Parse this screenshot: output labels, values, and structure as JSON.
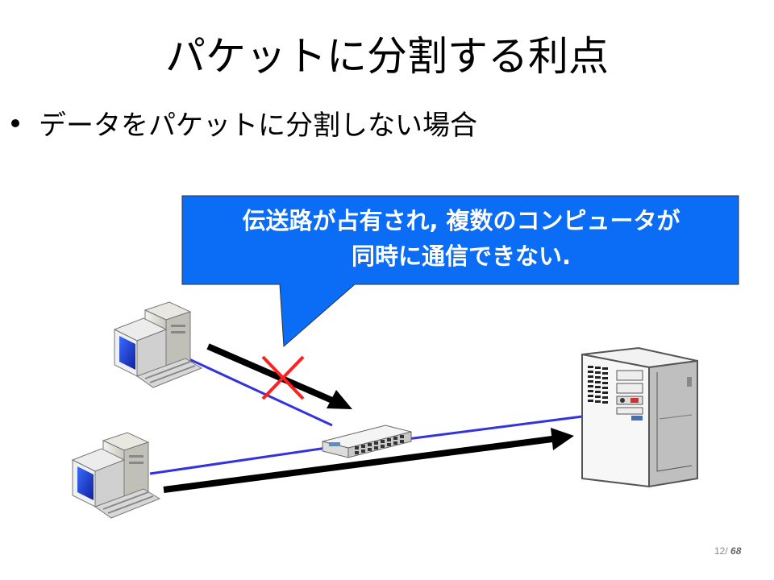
{
  "slide": {
    "title": "パケットに分割する利点",
    "bullet": "データをパケットに分割しない場合",
    "callout": {
      "line1": "伝送路が占有され, 複数のコンピュータが",
      "line2": "同時に通信できない."
    },
    "page": {
      "current": "12",
      "separator": "/",
      "total": "68"
    }
  },
  "icons": [
    "desktop-computer-icon",
    "desktop-computer-icon",
    "network-switch-icon",
    "tower-server-icon",
    "cross-mark-icon"
  ],
  "colors": {
    "callout_fill": "#0b6cf5",
    "link_line": "#3333dd",
    "arrow": "#000000",
    "cross": "#ff0000"
  }
}
